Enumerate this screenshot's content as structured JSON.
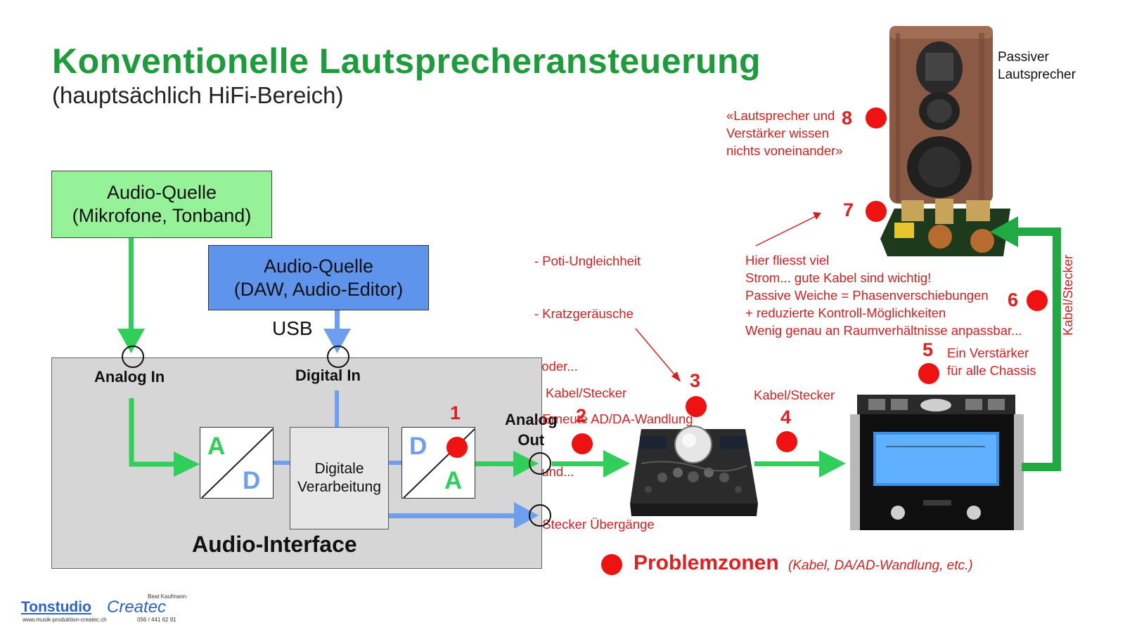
{
  "header": {
    "title": "Konventionelle Lautsprecheransteuerung",
    "subtitle": "(hauptsächlich HiFi-Bereich)"
  },
  "sources": {
    "analog_line1": "Audio-Quelle",
    "analog_line2": "(Mikrofone, Tonband)",
    "digital_line1": "Audio-Quelle",
    "digital_line2": "(DAW, Audio-Editor)",
    "usb_label": "USB"
  },
  "interface": {
    "title": "Audio-Interface",
    "analog_in": "Analog In",
    "digital_in": "Digital In",
    "analog_out_line1": "Analog",
    "analog_out_line2": "Out",
    "adc_a": "A",
    "adc_d": "D",
    "dac_d": "D",
    "dac_a": "A",
    "processing_line1": "Digitale",
    "processing_line2": "Verarbeitung"
  },
  "markers": {
    "n1": "1",
    "n2": "2",
    "n3": "3",
    "n4": "4",
    "n5": "5",
    "n6": "6",
    "n7": "7",
    "n8": "8"
  },
  "notes": {
    "cable_2": "Kabel/Stecker",
    "cable_4": "Kabel/Stecker",
    "cable_6": "Kabel/Stecker",
    "poti_lines": [
      "- Poti-Ungleichheit",
      "- Kratzgeräusche",
      "  oder...",
      "- Erneute AD/DA-Wandlung",
      "  und...",
      "- Stecker Übergänge"
    ],
    "amp_line1": "Ein Verstärker",
    "amp_line2": "für alle Chassis",
    "speaker_lines": [
      "Hier fliesst viel",
      "Strom... gute Kabel sind wichtig!",
      "Passive Weiche = Phasenverschiebungen",
      "+ reduzierte Kontroll-Möglichkeiten",
      "Wenig genau an Raumverhältnisse anpassbar..."
    ],
    "quote_lines": [
      "«Lautsprecher und",
      "Verstärker wissen",
      "nichts voneinander»"
    ],
    "passive_line1": "Passiver",
    "passive_line2": "Lautsprecher"
  },
  "legend": {
    "label": "Problemzonen",
    "detail": "(Kabel, DA/AD-Wandlung, etc.)"
  },
  "footer": {
    "brand": "Tonstudio",
    "brand2": "Createc",
    "owner": "Beat Kaufmann",
    "url": "www.musik-produktion-createc.ch",
    "phone": "056 / 441 62 91"
  },
  "colors": {
    "title_green": "#1e9b3a",
    "arrow_green": "#2fcf5a",
    "arrow_blue": "#6d9ef0",
    "problem_red": "#ef1212"
  }
}
